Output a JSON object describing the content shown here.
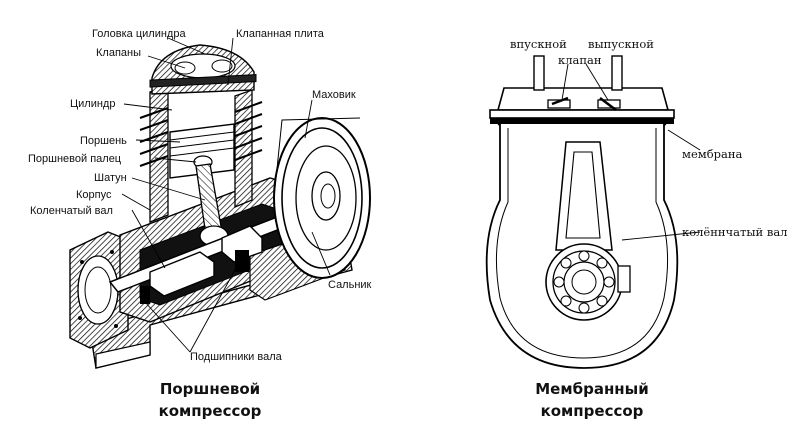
{
  "piston": {
    "labels": {
      "cylinder_head": "Головка цилиндра",
      "valves": "Клапаны",
      "valve_plate": "Клапанная плита",
      "cylinder": "Цилиндр",
      "flywheel": "Маховик",
      "piston": "Поршень",
      "piston_pin": "Поршневой палец",
      "con_rod": "Шатун",
      "housing": "Корпус",
      "crankshaft": "Коленчатый вал",
      "seal": "Сальник",
      "shaft_bearings": "Подшипники вала"
    },
    "caption": {
      "line1": "Поршневой",
      "line2": "компрессор"
    }
  },
  "membrane": {
    "labels": {
      "inlet": "впускной",
      "outlet": "выпускной",
      "valve": "клапан",
      "membrane": "мембрана",
      "crankshaft": "колённчатый вал"
    },
    "caption": {
      "line1": "Мембранный",
      "line2": "компрессор"
    }
  }
}
